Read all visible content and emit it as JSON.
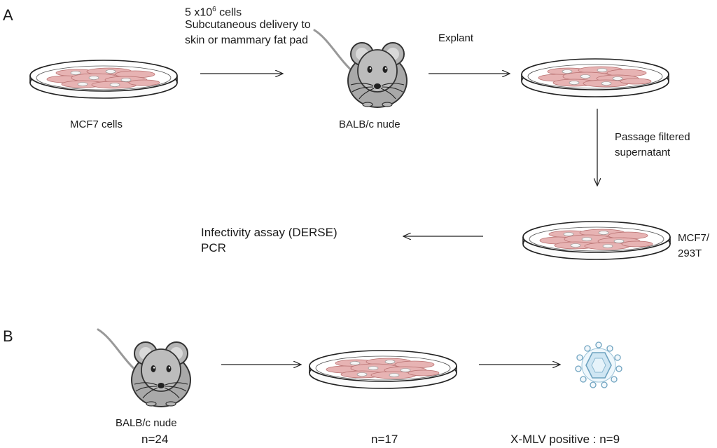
{
  "panel_a": {
    "letter": "A",
    "source_label": "MCF7 cells",
    "delivery_line1_prefix": "5 x10",
    "delivery_line1_sup": "6",
    "delivery_line1_suffix": " cells",
    "delivery_line2": "Subcutaneous delivery to",
    "delivery_line3": "skin or mammary fat pad",
    "mouse_label": "BALB/c nude",
    "explant_label": "Explant",
    "passage_line1": "Passage filtered",
    "passage_line2": "supernatant",
    "target_line1": "MCF7/",
    "target_line2": "293T",
    "assay_line1": "Infectivity assay (DERSE)",
    "assay_line2": "PCR"
  },
  "panel_b": {
    "letter": "B",
    "mouse_label": "BALB/c nude",
    "mouse_count": "n=24",
    "dish_count": "n=17",
    "virus_label": "X-MLV positive : n=9"
  },
  "icons": {
    "dish": "petri-dish-icon",
    "mouse": "mouse-icon",
    "virus": "virus-particle-icon"
  },
  "colors": {
    "cell_fill": "#e7b3b3",
    "cell_stroke": "#b87070",
    "mouse_body": "#a9a9a9",
    "virus_core": "#cfe6f3"
  }
}
